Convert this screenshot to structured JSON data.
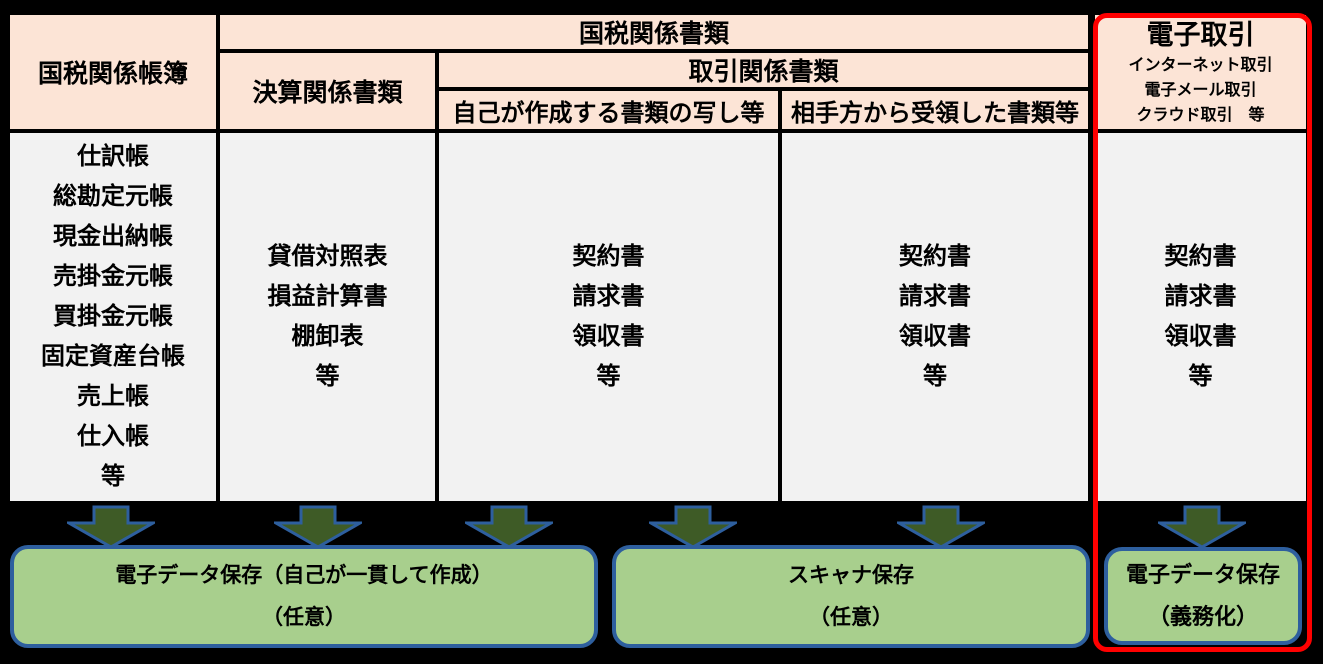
{
  "table": {
    "col_books": {
      "header": "国税関係帳簿",
      "items": [
        "仕訳帳",
        "総勘定元帳",
        "現金出納帳",
        "売掛金元帳",
        "買掛金元帳",
        "固定資産台帳",
        "売上帳",
        "仕入帳",
        "等"
      ]
    },
    "documents_group_header": "国税関係書類",
    "col_settlement": {
      "header": "決算関係書類",
      "items": [
        "貸借対照表",
        "損益計算書",
        "棚卸表",
        "等"
      ]
    },
    "transaction_group_header": "取引関係書類",
    "col_self_created": {
      "header": "自己が作成する書類の写し等",
      "items": [
        "契約書",
        "請求書",
        "領収書",
        "等"
      ]
    },
    "col_received": {
      "header": "相手方から受領した書類等",
      "items": [
        "契約書",
        "請求書",
        "領収書",
        "等"
      ]
    },
    "col_electronic": {
      "header": "電子取引",
      "subtypes": [
        "インターネット取引",
        "電子メール取引",
        "クラウド取引　等"
      ],
      "items": [
        "契約書",
        "請求書",
        "領収書",
        "等"
      ]
    }
  },
  "storage": {
    "box_electronic_data": {
      "line1": "電子データ保存（自己が一貫して作成）",
      "line2": "（任意）"
    },
    "box_scanner": {
      "line1": "スキャナ保存",
      "line2": "（任意）"
    },
    "box_mandatory": {
      "line1": "電子データ保存",
      "line2": "（義務化）"
    }
  },
  "colors": {
    "background": "#000000",
    "header_bg": "#FCE4D6",
    "cell_bg": "#F2F2F2",
    "box_fill": "#A8CF8D",
    "box_border": "#2E5F9E",
    "arrow_fill": "#3E5B26",
    "arrow_stroke": "#2E5F9E",
    "highlight": "#FF0000",
    "text": "#000000"
  }
}
